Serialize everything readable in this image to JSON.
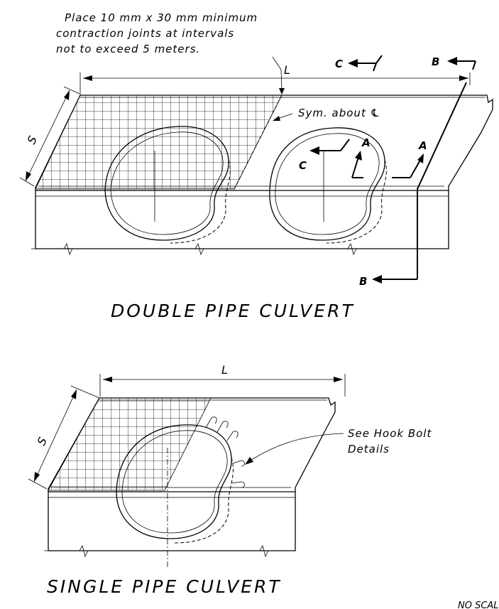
{
  "note": {
    "line1": "Place 10 mm x 30 mm minimum",
    "line2": "contraction joints at intervals",
    "line3": "not to exceed 5 meters."
  },
  "labels": {
    "dim_L": "L",
    "dim_S": "S",
    "sym_about": "Sym. about ℄",
    "see_hook_line1": "See Hook Bolt",
    "see_hook_line2": "Details",
    "section_a": "A",
    "section_c": "C",
    "section_b": "B"
  },
  "titles": {
    "double": "DOUBLE PIPE CULVERT",
    "single": "SINGLE PIPE CULVERT",
    "scale": "NO SCALE"
  }
}
